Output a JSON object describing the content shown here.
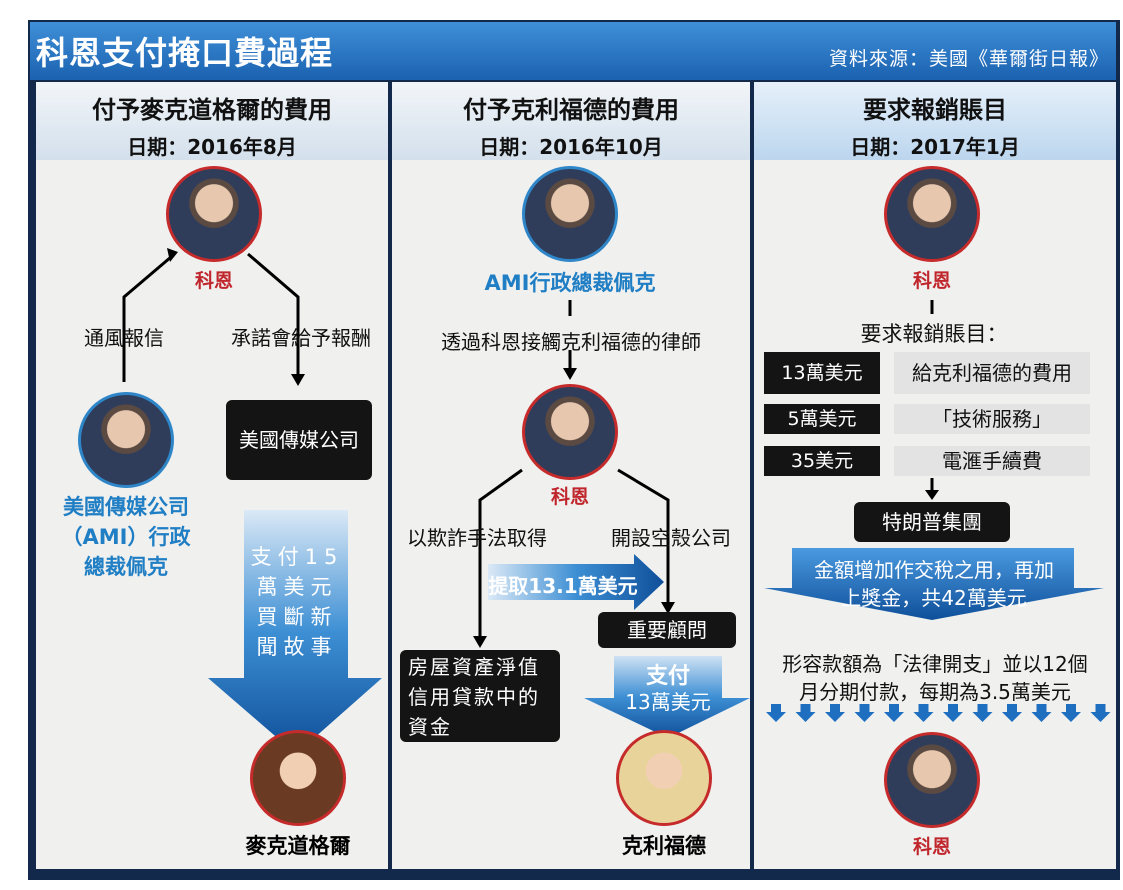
{
  "title": "科恩支付掩口費過程",
  "source": "資料來源：美國《華爾街日報》",
  "colors": {
    "header_blue": "#2a78c8",
    "name_red": "#c0272d",
    "name_blue": "#1f7ec4",
    "box_black": "#141414"
  },
  "col1": {
    "heading": "付予麥克道格爾的費用",
    "date": "日期：2016年8月",
    "cohen_label": "科恩",
    "left_text": "通風報信",
    "right_text": "承諾會給予報酬",
    "pecker_label": "美國傳媒公司（AMI）行政總裁佩克",
    "ami_box": "美國傳媒公司",
    "arrow_text": "支付15萬美元買斷新聞故事",
    "mcdougal_label": "麥克道格爾"
  },
  "col2": {
    "heading": "付予克利福德的費用",
    "date": "日期：2016年10月",
    "pecker_label": "AMI行政總裁佩克",
    "via_text": "透過科恩接觸克利福德的律師",
    "cohen_label": "科恩",
    "left_text": "以欺詐手法取得",
    "right_text": "開設空殼公司",
    "withdraw_text": "提取13.1萬美元",
    "consultant_box": "重要顧問",
    "home_box": "房屋資產淨值信用貸款中的資金",
    "pay_text_1": "支付",
    "pay_text_2": "13萬美元",
    "clifford_label": "克利福德"
  },
  "col3": {
    "heading": "要求報銷賬目",
    "date": "日期：2017年1月",
    "cohen_label": "科恩",
    "claim_title": "要求報銷賬目：",
    "rows": [
      {
        "amount": "13萬美元",
        "desc": "給克利福德的費用"
      },
      {
        "amount": "5萬美元",
        "desc": "「技術服務」"
      },
      {
        "amount": "35美元",
        "desc": "電滙手續費"
      }
    ],
    "trump_box": "特朗普集團",
    "banner_text_1": "金額增加作交稅之用，再加",
    "banner_text_2": "上獎金，共42萬美元",
    "note_text_1": "形容款額為「法律開支」並以12個",
    "note_text_2": "月分期付款，每期為3.5萬美元",
    "cohen_label_bottom": "科恩"
  }
}
